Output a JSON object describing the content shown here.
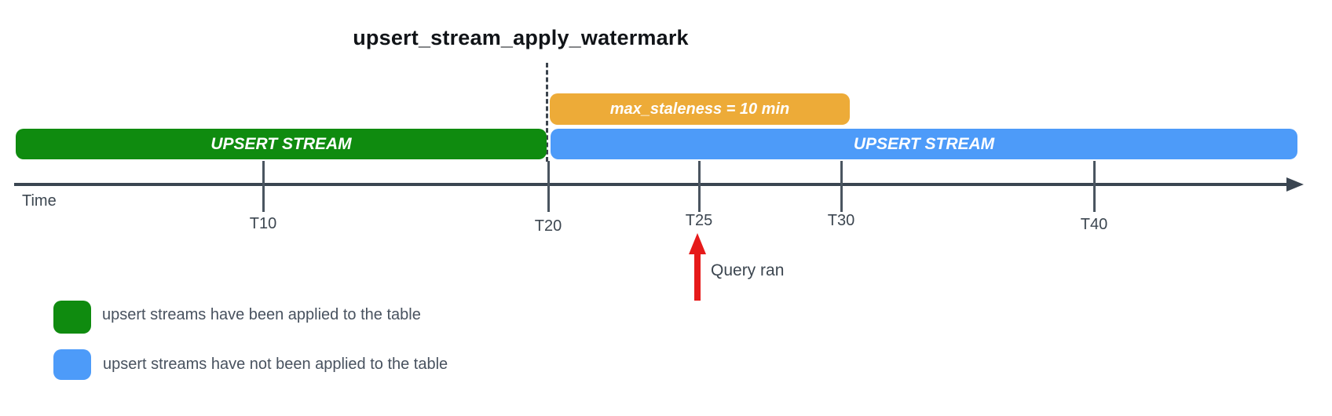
{
  "title": "upsert_stream_apply_watermark",
  "colors": {
    "green": "#0f8b0f",
    "blue": "#4d9bf9",
    "orange": "#edab38",
    "red": "#e61a1a",
    "axis": "#3a4551"
  },
  "bars": {
    "staleness": {
      "label": "max_staleness = 10 min"
    },
    "applied": {
      "label": "UPSERT STREAM"
    },
    "not_applied": {
      "label": "UPSERT STREAM"
    }
  },
  "axis": {
    "label": "Time",
    "ticks": [
      {
        "label": "T10"
      },
      {
        "label": "T20"
      },
      {
        "label": "T25"
      },
      {
        "label": "T30"
      },
      {
        "label": "T40"
      }
    ]
  },
  "annotation": {
    "label": "Query ran"
  },
  "legend": {
    "items": [
      {
        "swatch_color": "#0f8b0f",
        "label": "upsert streams have been applied to the table"
      },
      {
        "swatch_color": "#4d9bf9",
        "label": "upsert streams have not been applied to the table"
      }
    ]
  }
}
